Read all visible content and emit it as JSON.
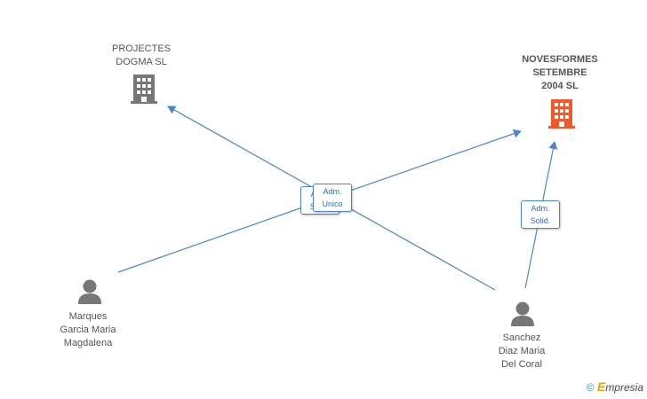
{
  "nodes": {
    "company1": {
      "lines": [
        "PROJECTES",
        "DOGMA  SL"
      ],
      "icon": "building-icon",
      "color": "#777777"
    },
    "company2": {
      "lines": [
        "NOVESFORMES",
        "SETEMBRE",
        "2004 SL"
      ],
      "icon": "building-icon",
      "color": "#f0592a"
    },
    "person1": {
      "lines": [
        "Marques",
        "Garcia Maria",
        "Magdalena"
      ],
      "icon": "person-icon",
      "color": "#777777"
    },
    "person2": {
      "lines": [
        "Sanchez",
        "Diaz Maria",
        "Del Coral"
      ],
      "icon": "person-icon",
      "color": "#777777"
    }
  },
  "edges": {
    "badge_back": [
      "Adm.",
      "Solid."
    ],
    "badge_front": [
      "Adm.",
      "Unico"
    ],
    "badge_right": [
      "Adm.",
      "Solid."
    ]
  },
  "footer": {
    "copyright": "©",
    "e": "E",
    "brand": "mpresia"
  },
  "colors": {
    "edge": "#4a86c8"
  }
}
